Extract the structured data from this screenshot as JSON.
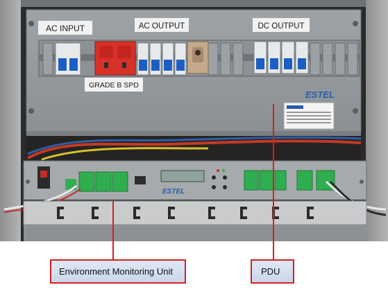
{
  "photo": {
    "labels": {
      "ac_input": "AC INPUT",
      "ac_output": "AC OUTPUT",
      "dc_output": "DC OUTPUT",
      "grade_b_spd": "GRADE B SPD"
    },
    "brand_logo": "ESTEL",
    "emu_logo": "ESTEL"
  },
  "callouts": {
    "environment_monitoring_unit": "Environment Monitoring Unit",
    "pdu": "PDU"
  },
  "colors": {
    "callout_border": "#d42020",
    "callout_fill": "#d3dff0",
    "spd_module": "#d83128",
    "breaker_blue": "#1c5fc4",
    "terminal_green": "#2fae4f"
  }
}
